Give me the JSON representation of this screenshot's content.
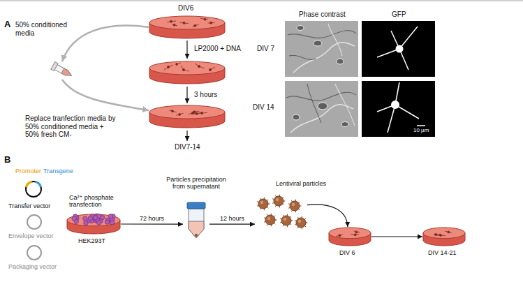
{
  "diagram": {
    "nodes": [
      {
        "text": [
          "DIV6"
        ]
      },
      {
        "text": [
          "50% conditioned media"
        ]
      },
      {
        "text": [
          "Replace tranfection media by 50% conditioned media + 50% fresh CM-"
        ]
      },
      {
        "text": [
          "Promoter",
          "Transgene",
          "Transfer vector"
        ]
      },
      {
        "text": [
          "Envelope vector"
        ]
      },
      {
        "text": [
          "Packaging vector"
        ]
      },
      {
        "text": [
          "Ca²⁺ phosphate transfection",
          "HEK293T"
        ]
      },
      {
        "text": [
          "Particles precipitation from supernatant"
        ]
      },
      {
        "text": [
          "Lentiviral particles"
        ]
      },
      {
        "text": [
          "DIV 6"
        ]
      },
      {
        "text": [
          "DIV 14-21"
        ]
      }
    ],
    "edges": [
      {
        "from": 0,
        "to": 1,
        "arrow": "to"
      },
      {
        "from": 1,
        "to": 2,
        "arrow": "to"
      },
      {
        "from": 6,
        "to": 7,
        "label": "72 hours",
        "arrow": "to"
      },
      {
        "from": 7,
        "to": 8,
        "label": "12 hours",
        "arrow": "to"
      },
      {
        "from": 8,
        "to": 9,
        "arrow": "to"
      },
      {
        "from": 9,
        "to": 10,
        "arrow": "to"
      }
    ],
    "labels": [
      "A",
      "LP2000 + DNA",
      "3 hours",
      "DIV7-14",
      "Phase contrast",
      "GFP",
      "DIV 7",
      "DIV 14",
      "10 µm",
      "B"
    ]
  }
}
